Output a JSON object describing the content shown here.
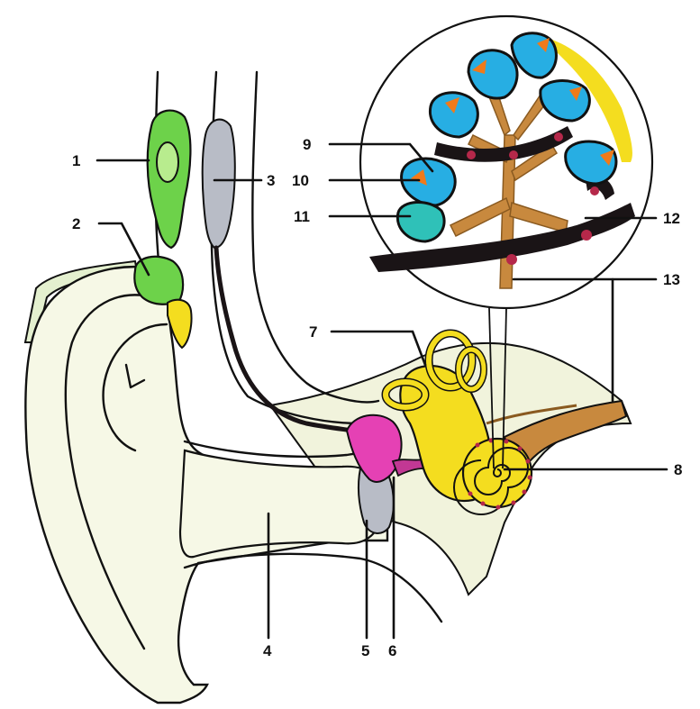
{
  "labels": [
    "1",
    "2",
    "3",
    "4",
    "5",
    "6",
    "7",
    "8",
    "9",
    "10",
    "11",
    "12",
    "13"
  ],
  "colors": {
    "outer_fill": "#f6f8e6",
    "outer_fill_2": "#f2f2d8",
    "green": "#6dd24a",
    "yellow": "#f4dd1f",
    "gray": "#b8bcc6",
    "magenta": "#e541b4",
    "brown": "#c8893e",
    "blue": "#27aee3",
    "teal": "#2fc1b8",
    "orange": "#f07a1a",
    "dark_band": "#1a1416",
    "red_dot": "#b5284a"
  }
}
